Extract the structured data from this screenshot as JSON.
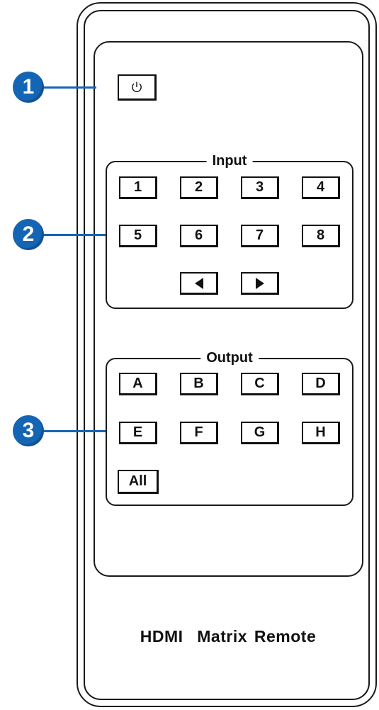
{
  "power": {
    "icon": "power-icon"
  },
  "callouts": [
    "1",
    "2",
    "3"
  ],
  "input_group": {
    "title": "Input",
    "keys": [
      "1",
      "2",
      "3",
      "4",
      "5",
      "6",
      "7",
      "8"
    ],
    "nav": [
      {
        "icon": "arrow-left-icon",
        "glyph": "◀"
      },
      {
        "icon": "arrow-right-icon",
        "glyph": "▶"
      }
    ]
  },
  "output_group": {
    "title": "Output",
    "keys": [
      "A",
      "B",
      "C",
      "D",
      "E",
      "F",
      "G",
      "H"
    ],
    "all_label": "All"
  },
  "remote_title": "HDMI  Matrix Remote",
  "colors": {
    "callout": "#1565b5",
    "outline": "#1a1a1a"
  }
}
